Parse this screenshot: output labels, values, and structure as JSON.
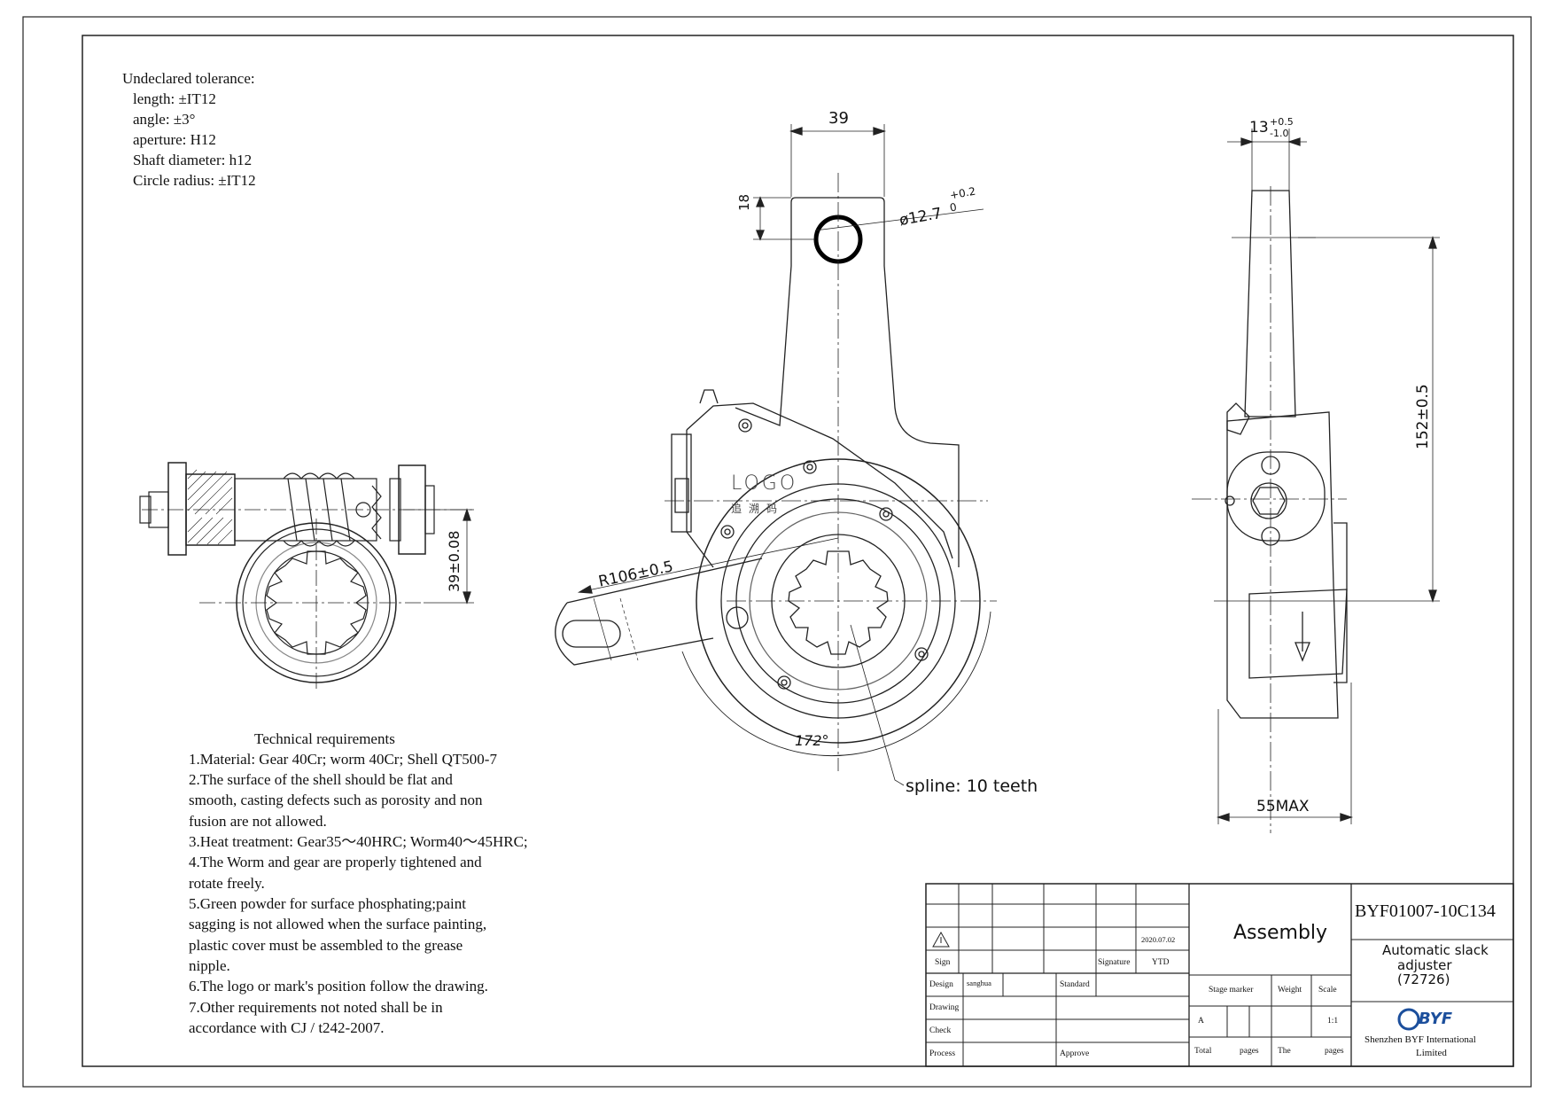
{
  "tolerance": {
    "title": "Undeclared tolerance:",
    "lines": [
      "length: ±IT12",
      "angle: ±3°",
      "aperture: H12",
      "Shaft diameter: h12",
      "Circle radius: ±IT12"
    ]
  },
  "technical": {
    "title": "Technical requirements",
    "lines": [
      "1.Material: Gear 40Cr; worm 40Cr; Shell QT500-7",
      "2.The surface of the shell should be flat and",
      "smooth, casting defects such as porosity and non",
      "fusion are not allowed.",
      "3.Heat treatment: Gear35～40HRC; Worm40～45HRC;",
      "4.The Worm and gear are properly tightened and",
      "rotate freely.",
      "5.Green powder for surface phosphating;paint",
      "sagging is not allowed when the surface painting,",
      "plastic cover must be assembled to the grease",
      "nipple.",
      "6.The logo or mark's position follow the drawing.",
      "7.Other requirements not noted shall be in",
      "accordance with CJ / t242-2007."
    ]
  },
  "dimensions": {
    "top_width": "39",
    "hole_height": "18",
    "hole_dia": "ø12.7",
    "hole_dia_tol_plus": "+0.2",
    "hole_dia_tol_minus": "0",
    "radius": "R106±0.5",
    "angle": "172°",
    "spline": "spline: 10 teeth",
    "worm_offset": "39±0.08",
    "side_thickness": "13",
    "side_tol_plus": "+0.5",
    "side_tol_minus": "-1.0",
    "side_length": "152±0.5",
    "side_width": "55MAX"
  },
  "marks": {
    "logo": "LOGO",
    "code_text": "追溯码"
  },
  "title_block": {
    "date": "2020.07.02",
    "sign": "Sign",
    "signature": "Signature",
    "ytd": "YTD",
    "design": "Design",
    "designer": "sanghua",
    "standard": "Standard",
    "drawing": "Drawing",
    "check": "Check",
    "process": "Process",
    "approve": "Approve",
    "assembly": "Assembly",
    "stage_marker": "Stage marker",
    "weight": "Weight",
    "scale": "Scale",
    "stage_value": "A",
    "scale_value": "1:1",
    "total": "Total",
    "pages": "pages",
    "the": "The",
    "pages2": "pages",
    "part_number": "BYF01007-10C134",
    "part_name_1": "Automatic slack",
    "part_name_2": "adjuster",
    "part_code": "(72726)",
    "brand": "BYF",
    "company_1": "Shenzhen BYF International",
    "company_2": "Limited"
  }
}
